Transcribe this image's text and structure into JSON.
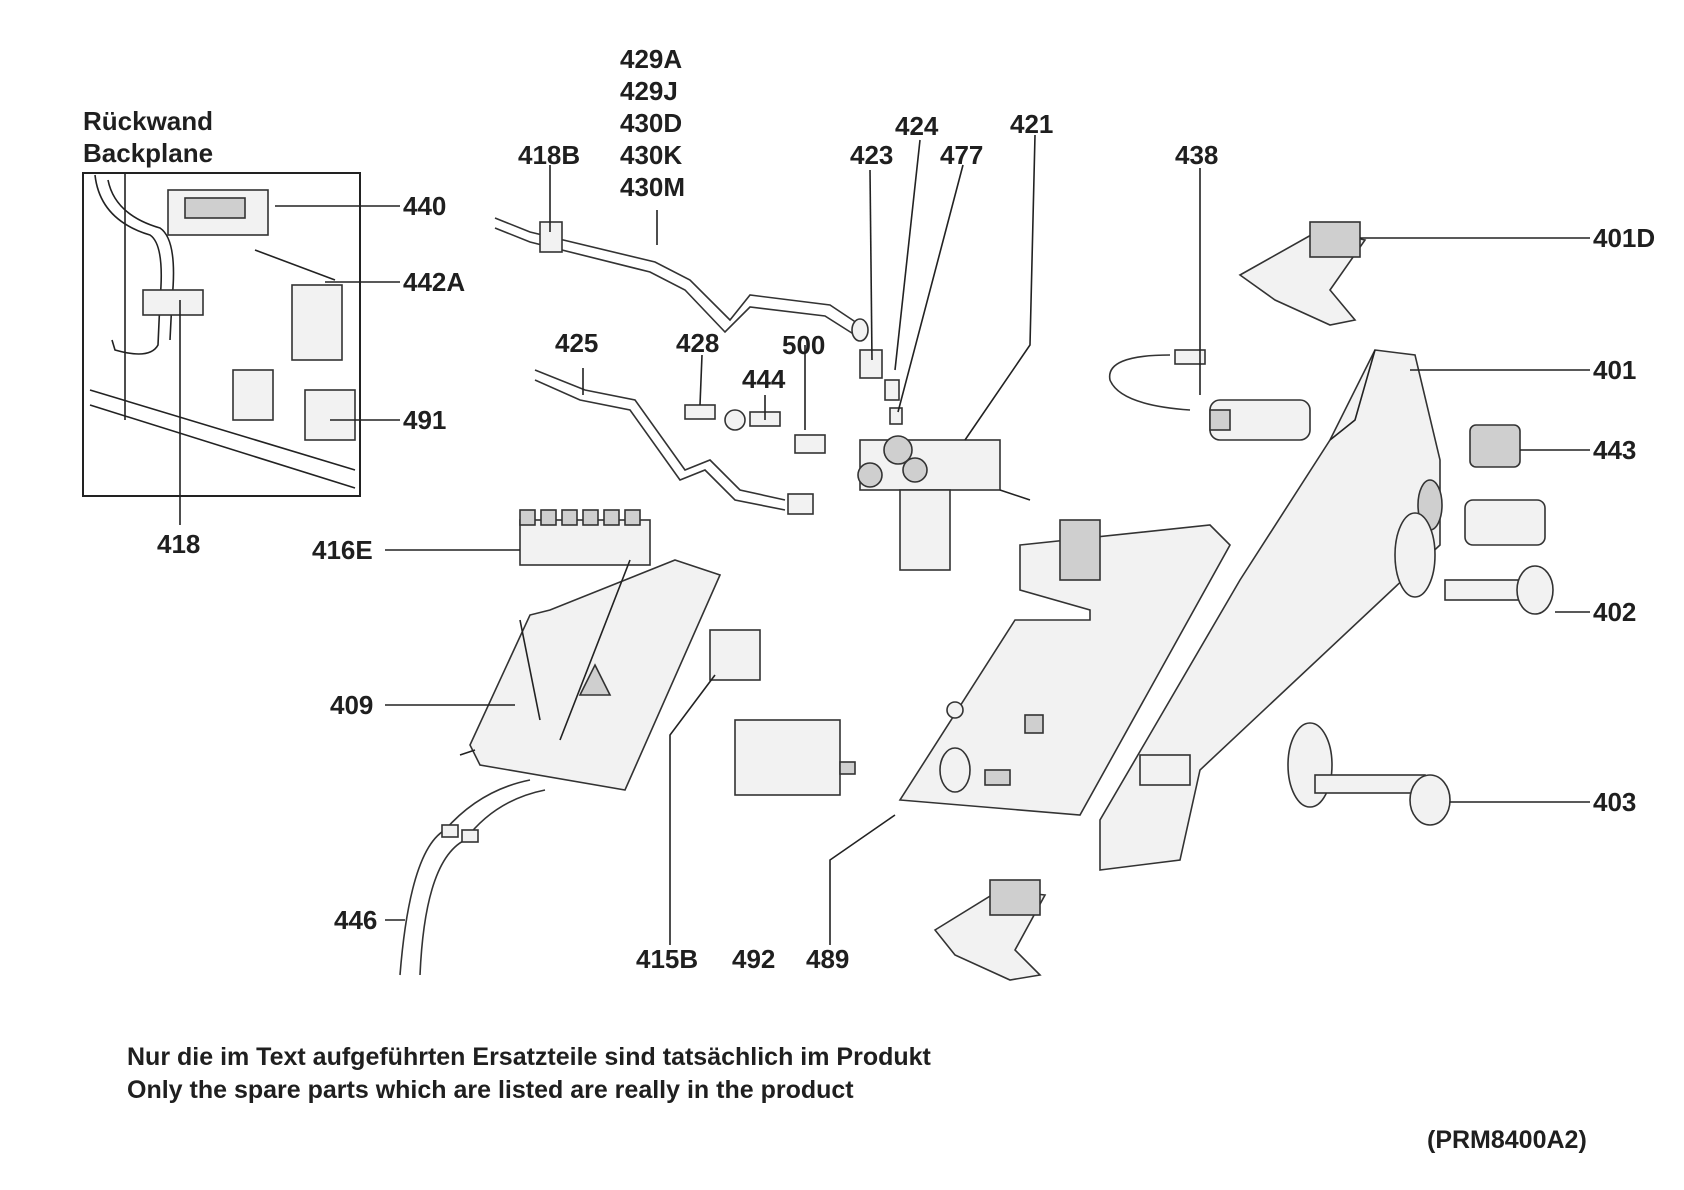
{
  "backplane": {
    "title_de": "Rückwand",
    "title_en": "Backplane"
  },
  "part_labels": {
    "p429A": "429A",
    "p429J": "429J",
    "p430D": "430D",
    "p430K": "430K",
    "p430M": "430M",
    "p418B": "418B",
    "p424": "424",
    "p421": "421",
    "p423": "423",
    "p477": "477",
    "p438": "438",
    "p440": "440",
    "p442A": "442A",
    "p491": "491",
    "p418": "418",
    "p401D": "401D",
    "p401": "401",
    "p443": "443",
    "p402": "402",
    "p403": "403",
    "p425": "425",
    "p428": "428",
    "p500": "500",
    "p444": "444",
    "p416E": "416E",
    "p409": "409",
    "p446": "446",
    "p415B": "415B",
    "p492": "492",
    "p489": "489"
  },
  "footer": {
    "note_de": "Nur die im Text aufgeführten Ersatzteile sind tatsächlich im Produkt",
    "note_en": "Only the spare parts which are listed are really in the product",
    "drawing_code": "(PRM8400A2)"
  }
}
